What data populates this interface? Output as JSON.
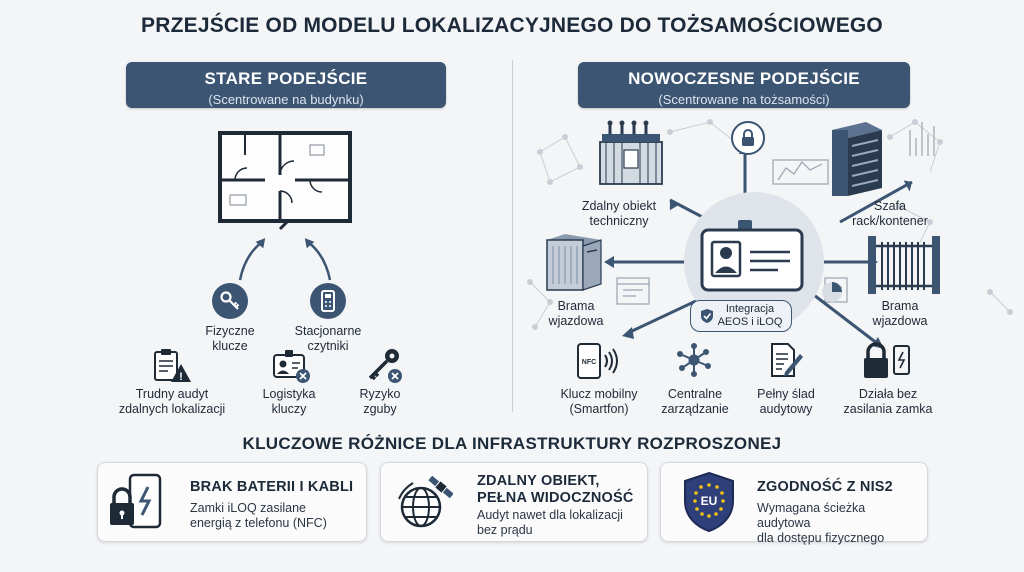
{
  "title": "PRZEJŚCIE OD MODELU LOKALIZACYJNEGO DO TOŻSAMOŚCIOWEGO",
  "left": {
    "header_title": "STARE PODEJŚCIE",
    "header_subtitle": "(Scentrowane na budynku)",
    "items": [
      {
        "label": "Fizyczne\nklucze",
        "icon": "key-icon"
      },
      {
        "label": "Stacjonarne\nczytniki",
        "icon": "card-reader-icon"
      },
      {
        "label": "Trudny audyt\nzdalnych lokalizacji",
        "icon": "clipboard-warning-icon"
      },
      {
        "label": "Logistyka\nkluczy",
        "icon": "id-badge-x-icon"
      },
      {
        "label": "Ryzyko\nzguby",
        "icon": "key-x-icon"
      }
    ]
  },
  "right": {
    "header_title": "NOWOCZESNE PODEJŚCIE",
    "header_subtitle": "(Scentrowane na tożsamości)",
    "nodes": [
      {
        "label": "Zdalny obiekt\ntechniczny",
        "icon": "transformer-icon"
      },
      {
        "label": "Szafa\nrack/kontener",
        "icon": "server-rack-icon"
      },
      {
        "label": "Brama\nwjazdowa",
        "icon": "cabinet-icon"
      },
      {
        "label": "Brama\nwjazdowa",
        "icon": "gate-icon"
      }
    ],
    "badge": "Integracja\nAEOS i iLOQ",
    "bottom": [
      {
        "label": "Klucz mobilny\n(Smartfon)",
        "icon": "nfc-phone-icon"
      },
      {
        "label": "Centralne\nzarządzanie",
        "icon": "network-hub-icon"
      },
      {
        "label": "Pełny ślad\naudytowy",
        "icon": "document-pen-icon"
      },
      {
        "label": "Działa bez\nzasilania zamka",
        "icon": "lock-phone-icon"
      }
    ]
  },
  "section_title": "KLUCZOWE RÓŻNICE DLA INFRASTRUKTURY ROZPROSZONEJ",
  "cards": [
    {
      "title": "BRAK BATERII I KABLI",
      "text": "Zamki iLOQ zasilane\nenergią z telefonu (NFC)",
      "icon": "phone-lock-bolt-icon"
    },
    {
      "title": "ZDALNY OBIEKT,\nPEŁNA WIDOCZNOŚĆ",
      "text": "Audyt nawet dla lokalizacji\nbez prądu",
      "icon": "satellite-globe-icon"
    },
    {
      "title": "ZGODNOŚĆ Z NIS2",
      "text": "Wymagana ścieżka audytowa\ndla dostępu fizycznego",
      "icon": "eu-shield-icon",
      "shield_text": "EU"
    }
  ],
  "colors": {
    "primary": "#3b5573",
    "background": "#f4f5f7"
  }
}
